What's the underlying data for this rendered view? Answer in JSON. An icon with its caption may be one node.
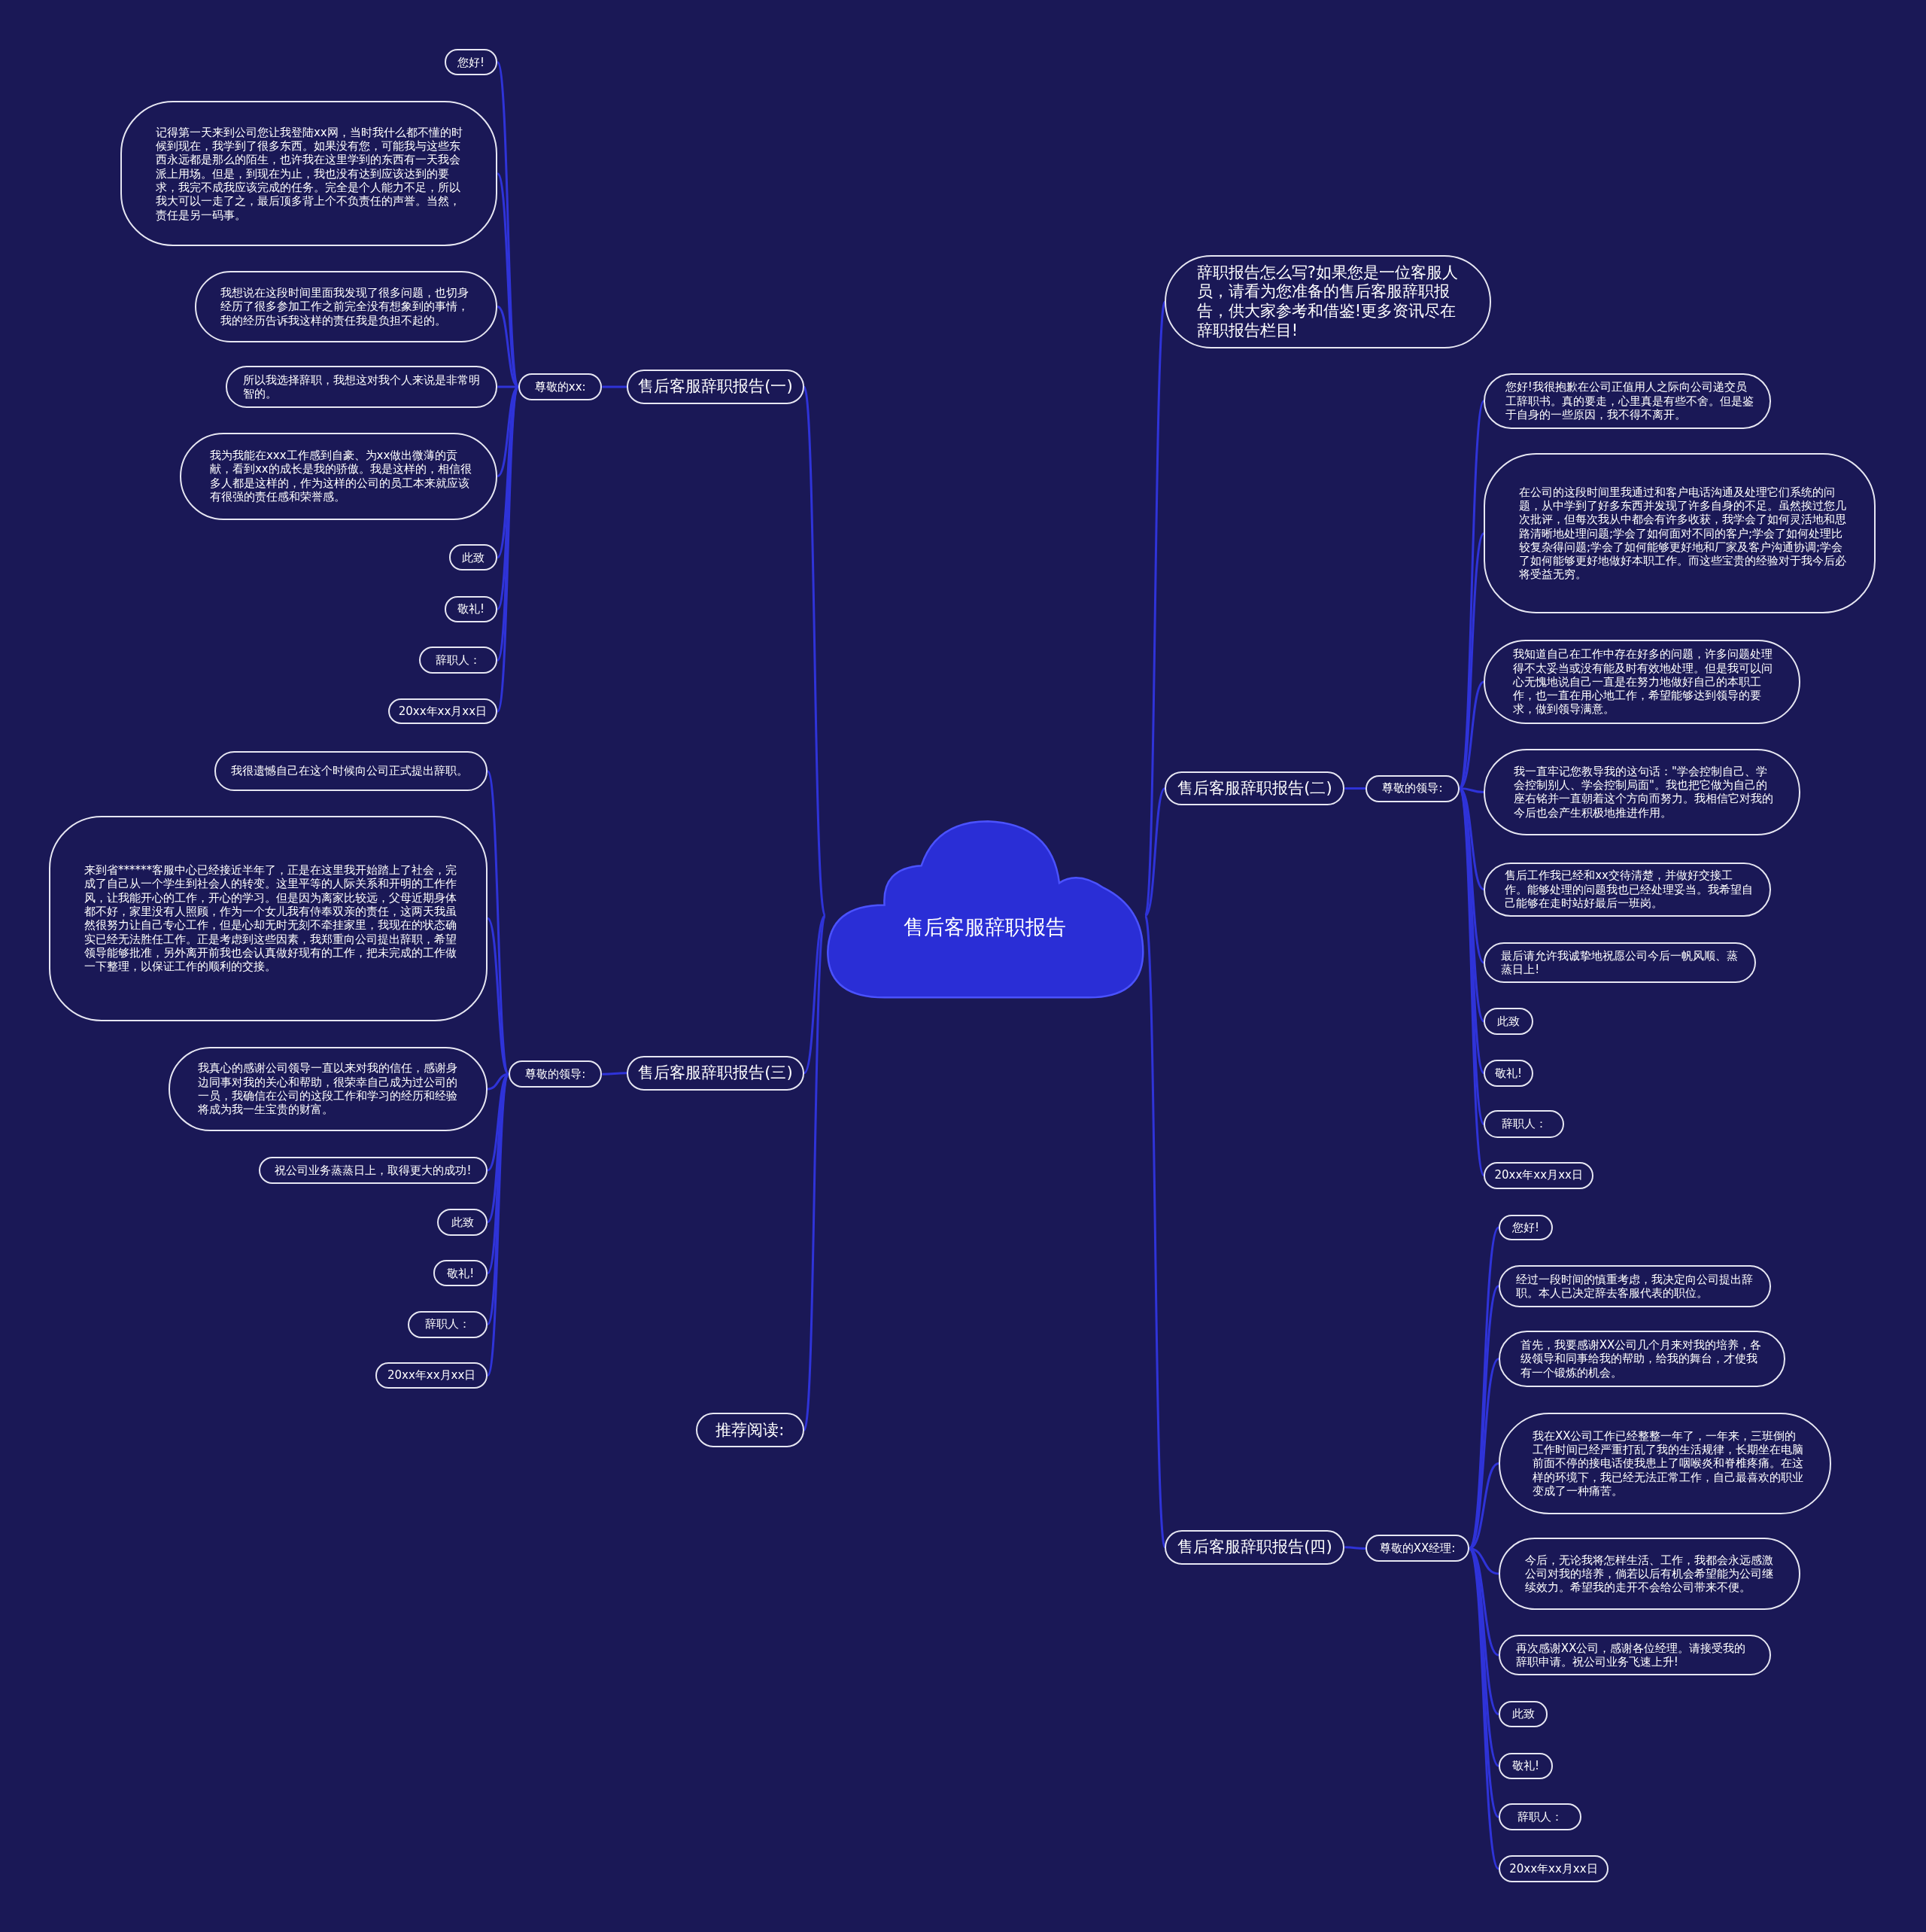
{
  "diagram": {
    "nodes": [
      {
        "text": [
          "售后客服辞职报告"
        ]
      },
      {
        "text": [
          "售后客服辞职报告(一)"
        ]
      },
      {
        "text": [
          "尊敬的xx:"
        ]
      },
      {
        "text": [
          "您好!"
        ]
      },
      {
        "text": [
          "记得第一天来到公司您让我登陆xx网，当时我什么都不懂的时候到现在，我学到了很多东西。如果没有您，可能我与这些东西永远都是那么的陌生，也许我在这里学到的东西有一天我会派上用场。但是，到现在为止，我也没有达到应该达到的要求，我完不成我应该完成的任务。完全是个人能力不足，所以我大可以一走了之，最后顶多背上个不负责任的声誉。当然，责任是另一码事。"
        ]
      },
      {
        "text": [
          "我想说在这段时间里面我发现了很多问题，也切身经历了很多参加工作之前完全没有想象到的事情，我的经历告诉我这样的责任我是负担不起的。"
        ]
      },
      {
        "text": [
          "所以我选择辞职，我想这对我个人来说是非常明智的。"
        ]
      },
      {
        "text": [
          "我为我能在xxx工作感到自豪、为xx做出微薄的贡献，看到xx的成长是我的骄傲。我是这样的，相信很多人都是这样的，作为这样的公司的员工本来就应该有很强的责任感和荣誉感。"
        ]
      },
      {
        "text": [
          "此致"
        ]
      },
      {
        "text": [
          "敬礼!"
        ]
      },
      {
        "text": [
          "辞职人："
        ]
      },
      {
        "text": [
          "20xx年xx月xx日"
        ]
      },
      {
        "text": [
          "售后客服辞职报告(二)"
        ]
      },
      {
        "text": [
          "尊敬的领导:"
        ]
      },
      {
        "text": [
          "您好!我很抱歉在公司正值用人之际向公司递交员工辞职书。真的要走，心里真是有些不舍。但是鉴于自身的一些原因，我不得不离开。"
        ]
      },
      {
        "text": [
          "在公司的这段时间里我通过和客户电话沟通及处理它们系统的问题，从中学到了好多东西并发现了许多自身的不足。虽然挨过您几次批评，但每次我从中都会有许多收获，我学会了如何灵活地和思路清晰地处理问题;学会了如何面对不同的客户;学会了如何处理比较复杂得问题;学会了如何能够更好地和厂家及客户沟通协调;学会了如何能够更好地做好本职工作。而这些宝贵的经验对于我今后必将受益无穷。"
        ]
      },
      {
        "text": [
          "我知道自己在工作中存在好多的问题，许多问题处理得不太妥当或没有能及时有效地处理。但是我可以问心无愧地说自己一直是在努力地做好自己的本职工作，也一直在用心地工作，希望能够达到领导的要求，做到领导满意。"
        ]
      },
      {
        "text": [
          "我一直牢记您教导我的这句话：\"学会控制自己、学会控制别人、学会控制局面\"。我也把它做为自己的座右铭并一直朝着这个方向而努力。我相信它对我的今后也会产生积极地推进作用。"
        ]
      },
      {
        "text": [
          "售后工作我已经和xx交待清楚，并做好交接工作。能够处理的问题我也已经处理妥当。我希望自己能够在走时站好最后一班岗。"
        ]
      },
      {
        "text": [
          "最后请允许我诚挚地祝愿公司今后一帆风顺、蒸蒸日上!"
        ]
      },
      {
        "text": [
          "此致"
        ]
      },
      {
        "text": [
          "敬礼!"
        ]
      },
      {
        "text": [
          "辞职人："
        ]
      },
      {
        "text": [
          "20xx年xx月xx日"
        ]
      },
      {
        "text": [
          "售后客服辞职报告(三)"
        ]
      },
      {
        "text": [
          "尊敬的领导:"
        ]
      },
      {
        "text": [
          "我很遗憾自己在这个时候向公司正式提出辞职。"
        ]
      },
      {
        "text": [
          "来到省******客服中心已经接近半年了，正是在这里我开始踏上了社会，完成了自己从一个学生到社会人的转变。这里平等的人际关系和开明的工作作风，让我能开心的工作，开心的学习。但是因为离家比较远，父母近期身体都不好，家里没有人照顾，作为一个女儿我有侍奉双亲的责任，这两天我虽然很努力让自己专心工作，但是心却无时无刻不牵挂家里，我现在的状态确实已经无法胜任工作。正是考虑到这些因素，我郑重向公司提出辞职，希望领导能够批准，另外离开前我也会认真做好现有的工作，把未完成的工作做一下整理，以保证工作的顺利的交接。"
        ]
      },
      {
        "text": [
          "我真心的感谢公司领导一直以来对我的信任，感谢身边同事对我的关心和帮助，很荣幸自己成为过公司的一员，我确信在公司的这段工作和学习的经历和经验将成为我一生宝贵的财富。"
        ]
      },
      {
        "text": [
          "祝公司业务蒸蒸日上，取得更大的成功!"
        ]
      },
      {
        "text": [
          "此致"
        ]
      },
      {
        "text": [
          "敬礼!"
        ]
      },
      {
        "text": [
          "辞职人："
        ]
      },
      {
        "text": [
          "20xx年xx月xx日"
        ]
      },
      {
        "text": [
          "推荐阅读:"
        ]
      },
      {
        "text": [
          "售后客服辞职报告(四)"
        ]
      },
      {
        "text": [
          "尊敬的XX经理:"
        ]
      },
      {
        "text": [
          "您好!"
        ]
      },
      {
        "text": [
          "经过一段时间的慎重考虑，我决定向公司提出辞职。本人已决定辞去客服代表的职位。"
        ]
      },
      {
        "text": [
          "首先，我要感谢XX公司几个月来对我的培养，各级领导和同事给我的帮助，给我的舞台，才使我有一个锻炼的机会。"
        ]
      },
      {
        "text": [
          "我在XX公司工作已经整整一年了，一年来，三班倒的工作时间已经严重打乱了我的生活规律，长期坐在电脑前面不停的接电话使我患上了咽喉炎和脊椎疼痛。在这样的环境下，我已经无法正常工作，自己最喜欢的职业变成了一种痛苦。"
        ]
      },
      {
        "text": [
          "今后，无论我将怎样生活、工作，我都会永远感激公司对我的培养，倘若以后有机会希望能为公司继续效力。希望我的走开不会给公司带来不便。"
        ]
      },
      {
        "text": [
          "再次感谢XX公司，感谢各位经理。请接受我的辞职申请。祝公司业务飞速上升!"
        ]
      },
      {
        "text": [
          "此致"
        ]
      },
      {
        "text": [
          "敬礼!"
        ]
      },
      {
        "text": [
          "辞职人："
        ]
      },
      {
        "text": [
          "20xx年xx月xx日"
        ]
      },
      {
        "text": [
          "辞职报告怎么写?如果您是一位客服人员，请看为您准备的售后客服辞职报告，供大家参考和借鉴!更多资讯尽在辞职报告栏目!"
        ]
      }
    ],
    "edges": [
      {
        "from": 0,
        "to": 47,
        "arrow": "none"
      },
      {
        "from": 0,
        "to": 1,
        "arrow": "none"
      },
      {
        "from": 0,
        "to": 12,
        "arrow": "none"
      },
      {
        "from": 0,
        "to": 24,
        "arrow": "none"
      },
      {
        "from": 0,
        "to": 34,
        "arrow": "none"
      },
      {
        "from": 0,
        "to": 35,
        "arrow": "none"
      },
      {
        "from": 1,
        "to": 2,
        "arrow": "none"
      },
      {
        "from": 2,
        "to": 3,
        "arrow": "none"
      },
      {
        "from": 2,
        "to": 4,
        "arrow": "none"
      },
      {
        "from": 2,
        "to": 5,
        "arrow": "none"
      },
      {
        "from": 2,
        "to": 6,
        "arrow": "none"
      },
      {
        "from": 2,
        "to": 7,
        "arrow": "none"
      },
      {
        "from": 2,
        "to": 8,
        "arrow": "none"
      },
      {
        "from": 2,
        "to": 9,
        "arrow": "none"
      },
      {
        "from": 2,
        "to": 10,
        "arrow": "none"
      },
      {
        "from": 2,
        "to": 11,
        "arrow": "none"
      },
      {
        "from": 12,
        "to": 13,
        "arrow": "none"
      },
      {
        "from": 13,
        "to": 14,
        "arrow": "none"
      },
      {
        "from": 13,
        "to": 15,
        "arrow": "none"
      },
      {
        "from": 13,
        "to": 16,
        "arrow": "none"
      },
      {
        "from": 13,
        "to": 17,
        "arrow": "none"
      },
      {
        "from": 13,
        "to": 18,
        "arrow": "none"
      },
      {
        "from": 13,
        "to": 19,
        "arrow": "none"
      },
      {
        "from": 13,
        "to": 20,
        "arrow": "none"
      },
      {
        "from": 13,
        "to": 21,
        "arrow": "none"
      },
      {
        "from": 13,
        "to": 22,
        "arrow": "none"
      },
      {
        "from": 13,
        "to": 23,
        "arrow": "none"
      },
      {
        "from": 24,
        "to": 25,
        "arrow": "none"
      },
      {
        "from": 25,
        "to": 26,
        "arrow": "none"
      },
      {
        "from": 25,
        "to": 27,
        "arrow": "none"
      },
      {
        "from": 25,
        "to": 28,
        "arrow": "none"
      },
      {
        "from": 25,
        "to": 29,
        "arrow": "none"
      },
      {
        "from": 25,
        "to": 30,
        "arrow": "none"
      },
      {
        "from": 25,
        "to": 31,
        "arrow": "none"
      },
      {
        "from": 25,
        "to": 32,
        "arrow": "none"
      },
      {
        "from": 25,
        "to": 33,
        "arrow": "none"
      },
      {
        "from": 35,
        "to": 36,
        "arrow": "none"
      },
      {
        "from": 36,
        "to": 37,
        "arrow": "none"
      },
      {
        "from": 36,
        "to": 38,
        "arrow": "none"
      },
      {
        "from": 36,
        "to": 39,
        "arrow": "none"
      },
      {
        "from": 36,
        "to": 40,
        "arrow": "none"
      },
      {
        "from": 36,
        "to": 41,
        "arrow": "none"
      },
      {
        "from": 36,
        "to": 42,
        "arrow": "none"
      },
      {
        "from": 36,
        "to": 43,
        "arrow": "none"
      },
      {
        "from": 36,
        "to": 44,
        "arrow": "none"
      },
      {
        "from": 36,
        "to": 45,
        "arrow": "none"
      },
      {
        "from": 36,
        "to": 46,
        "arrow": "none"
      }
    ]
  }
}
